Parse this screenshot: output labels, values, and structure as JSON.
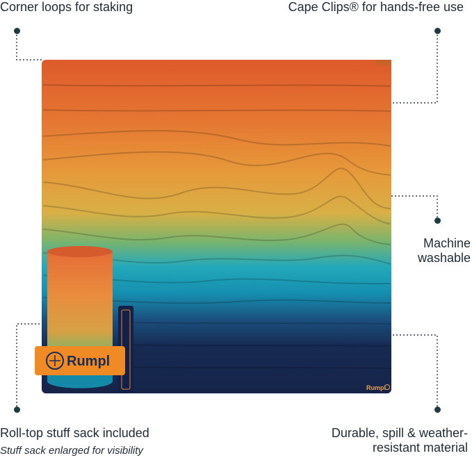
{
  "callouts": {
    "corner_loops": "Corner loops for staking",
    "cape_clips": "Cape Clips® for hands-free use",
    "machine_washable_1": "Machine",
    "machine_washable_2": "washable",
    "stuff_sack": "Roll-top stuff sack included",
    "stuff_sack_note": "Stuff sack enlarged for visibility",
    "durable_1": "Durable, spill & weather-",
    "durable_2": "resistant material"
  },
  "brand": {
    "sack_logo": "Rumpl",
    "blanket_tag": "Rumpl"
  },
  "colors": {
    "orange": "#e0602e",
    "gold": "#e2aa3a",
    "teal": "#1aa3be",
    "navy": "#17264a",
    "dot": "#1f3a44"
  }
}
